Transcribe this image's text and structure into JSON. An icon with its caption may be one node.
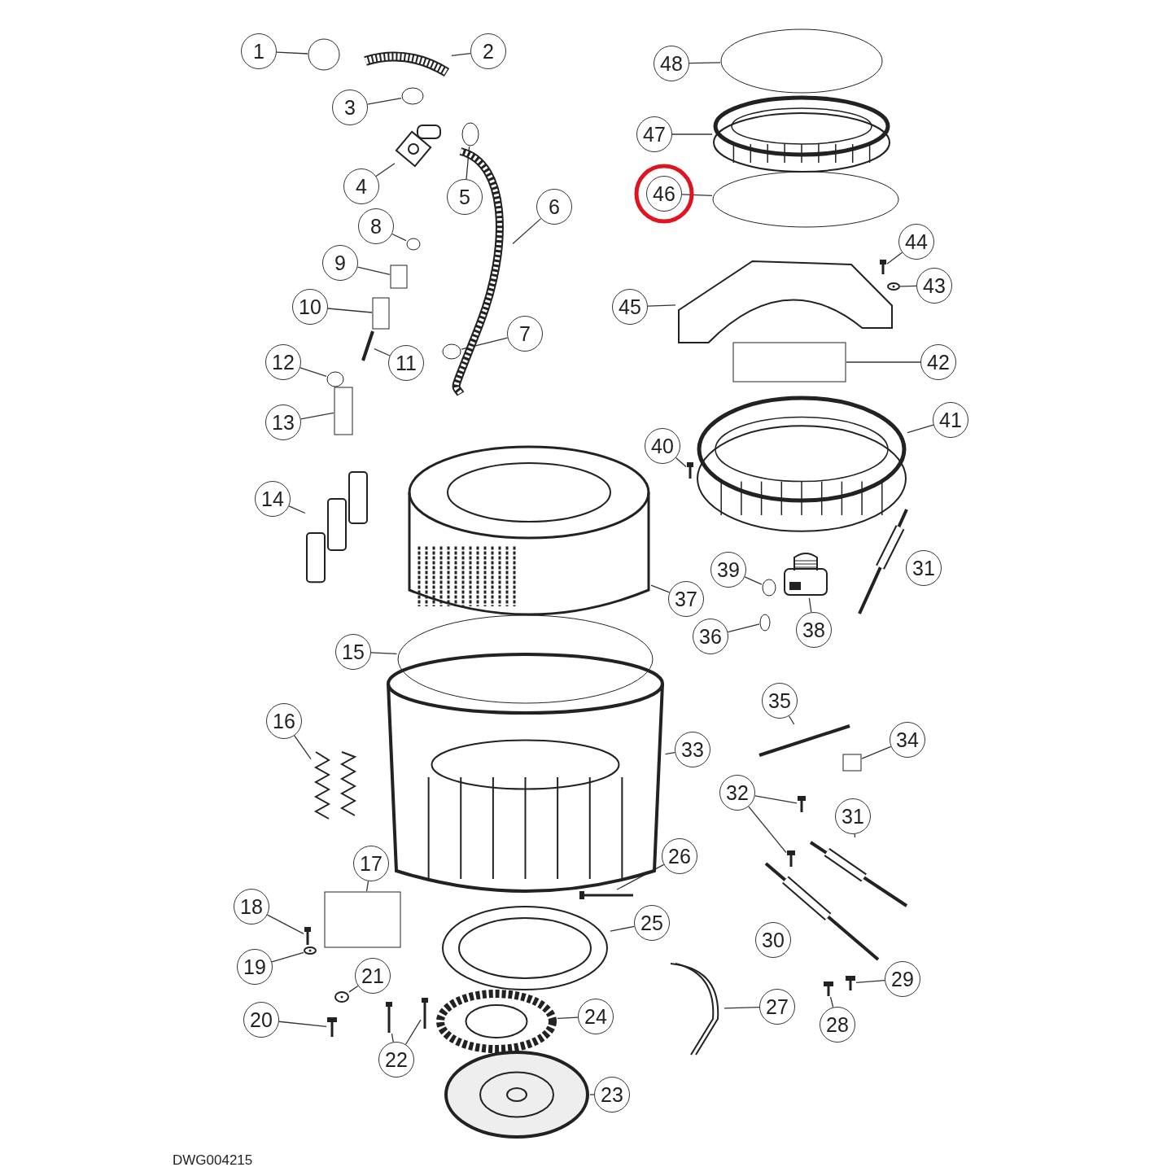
{
  "diagram": {
    "nodes": [
      {
        "text": [
          "1"
        ]
      },
      {
        "text": [
          "2"
        ]
      },
      {
        "text": [
          "3"
        ]
      },
      {
        "text": [
          "4"
        ]
      },
      {
        "text": [
          "5"
        ]
      },
      {
        "text": [
          "6"
        ]
      },
      {
        "text": [
          "7"
        ]
      },
      {
        "text": [
          "8"
        ]
      },
      {
        "text": [
          "9"
        ]
      },
      {
        "text": [
          "10"
        ]
      },
      {
        "text": [
          "11"
        ]
      },
      {
        "text": [
          "12"
        ]
      },
      {
        "text": [
          "13"
        ]
      },
      {
        "text": [
          "14"
        ]
      },
      {
        "text": [
          "15"
        ]
      },
      {
        "text": [
          "16"
        ]
      },
      {
        "text": [
          "17"
        ]
      },
      {
        "text": [
          "18"
        ]
      },
      {
        "text": [
          "19"
        ]
      },
      {
        "text": [
          "20"
        ]
      },
      {
        "text": [
          "21"
        ]
      },
      {
        "text": [
          "22"
        ]
      },
      {
        "text": [
          "23"
        ]
      },
      {
        "text": [
          "24"
        ]
      },
      {
        "text": [
          "25"
        ]
      },
      {
        "text": [
          "26"
        ]
      },
      {
        "text": [
          "27"
        ]
      },
      {
        "text": [
          "28"
        ]
      },
      {
        "text": [
          "29"
        ]
      },
      {
        "text": [
          "30"
        ]
      },
      {
        "text": [
          "31"
        ]
      },
      {
        "text": [
          "31"
        ]
      },
      {
        "text": [
          "32"
        ]
      },
      {
        "text": [
          "33"
        ]
      },
      {
        "text": [
          "34"
        ]
      },
      {
        "text": [
          "35"
        ]
      },
      {
        "text": [
          "36"
        ]
      },
      {
        "text": [
          "37"
        ]
      },
      {
        "text": [
          "38"
        ]
      },
      {
        "text": [
          "39"
        ]
      },
      {
        "text": [
          "40"
        ]
      },
      {
        "text": [
          "41"
        ]
      },
      {
        "text": [
          "42"
        ]
      },
      {
        "text": [
          "43"
        ]
      },
      {
        "text": [
          "44"
        ]
      },
      {
        "text": [
          "45"
        ]
      },
      {
        "text": [
          "46"
        ]
      },
      {
        "text": [
          "47"
        ]
      },
      {
        "text": [
          "48"
        ]
      },
      {
        "text": [],
        "shape": "circle"
      },
      {
        "text": [],
        "shape": "picture"
      },
      {
        "text": [],
        "shape": "circle"
      },
      {
        "text": [],
        "shape": "picture"
      },
      {
        "text": [],
        "shape": "circle"
      },
      {
        "text": [],
        "shape": "picture"
      },
      {
        "text": [],
        "shape": "circle"
      },
      {
        "text": [],
        "shape": "circle"
      },
      {
        "text": [],
        "shape": "box"
      },
      {
        "text": [],
        "shape": "box"
      },
      {
        "text": [],
        "shape": "picture"
      },
      {
        "text": [],
        "shape": "circle"
      },
      {
        "text": [],
        "shape": "box"
      },
      {
        "text": [],
        "shape": "picture"
      },
      {
        "text": [],
        "shape": "circle"
      },
      {
        "text": [],
        "shape": "picture"
      },
      {
        "text": [],
        "shape": "box"
      },
      {
        "text": [],
        "shape": "picture"
      },
      {
        "text": [],
        "shape": "picture"
      },
      {
        "text": [],
        "shape": "picture"
      },
      {
        "text": [],
        "shape": "picture"
      },
      {
        "text": [],
        "shape": "picture"
      },
      {
        "text": [],
        "shape": "picture"
      },
      {
        "text": [],
        "shape": "picture"
      },
      {
        "text": [],
        "shape": "picture"
      },
      {
        "text": [],
        "shape": "picture"
      },
      {
        "text": [],
        "shape": "picture"
      },
      {
        "text": [],
        "shape": "picture"
      },
      {
        "text": [],
        "shape": "picture"
      },
      {
        "text": [],
        "shape": "picture"
      },
      {
        "text": [],
        "shape": "picture"
      },
      {
        "text": [],
        "shape": "picture"
      },
      {
        "text": [],
        "shape": "picture"
      },
      {
        "text": [],
        "shape": "picture"
      },
      {
        "text": [],
        "shape": "picture"
      },
      {
        "text": [],
        "shape": "picture"
      },
      {
        "text": [],
        "shape": "box"
      },
      {
        "text": [],
        "shape": "picture"
      },
      {
        "text": [],
        "shape": "circle"
      },
      {
        "text": [],
        "shape": "picture"
      },
      {
        "text": [],
        "shape": "picture"
      },
      {
        "text": [],
        "shape": "circle"
      },
      {
        "text": [],
        "shape": "picture"
      },
      {
        "text": [],
        "shape": "picture"
      },
      {
        "text": [],
        "shape": "box"
      },
      {
        "text": [],
        "shape": "picture"
      },
      {
        "text": [],
        "shape": "picture"
      },
      {
        "text": [],
        "shape": "picture"
      },
      {
        "text": [],
        "shape": "circle"
      },
      {
        "text": [],
        "shape": "picture"
      },
      {
        "text": [],
        "shape": "circle"
      }
    ],
    "edges": [
      {
        "from": 0,
        "to": 49,
        "arrow": "none"
      },
      {
        "from": 1,
        "to": 50,
        "arrow": "none"
      },
      {
        "from": 2,
        "to": 51,
        "arrow": "none"
      },
      {
        "from": 3,
        "to": 52,
        "arrow": "none"
      },
      {
        "from": 4,
        "to": 53,
        "arrow": "none"
      },
      {
        "from": 5,
        "to": 54,
        "arrow": "none"
      },
      {
        "from": 6,
        "to": 55,
        "arrow": "none"
      },
      {
        "from": 7,
        "to": 56,
        "arrow": "none"
      },
      {
        "from": 8,
        "to": 57,
        "arrow": "none"
      },
      {
        "from": 9,
        "to": 58,
        "arrow": "none"
      },
      {
        "from": 10,
        "to": 59,
        "arrow": "none"
      },
      {
        "from": 11,
        "to": 60,
        "arrow": "none"
      },
      {
        "from": 12,
        "to": 61,
        "arrow": "none"
      },
      {
        "from": 13,
        "to": 62,
        "arrow": "none"
      },
      {
        "from": 14,
        "to": 63,
        "arrow": "none"
      },
      {
        "from": 15,
        "to": 64,
        "arrow": "none"
      },
      {
        "from": 16,
        "to": 65,
        "arrow": "none"
      },
      {
        "from": 17,
        "to": 66,
        "arrow": "none"
      },
      {
        "from": 18,
        "to": 67,
        "arrow": "none"
      },
      {
        "from": 19,
        "to": 68,
        "arrow": "none"
      },
      {
        "from": 20,
        "to": 69,
        "arrow": "none"
      },
      {
        "from": 21,
        "to": 70,
        "arrow": "none"
      },
      {
        "from": 21,
        "to": 71,
        "arrow": "none"
      },
      {
        "from": 22,
        "to": 72,
        "arrow": "none"
      },
      {
        "from": 23,
        "to": 73,
        "arrow": "none"
      },
      {
        "from": 24,
        "to": 74,
        "arrow": "none"
      },
      {
        "from": 25,
        "to": 75,
        "arrow": "none"
      },
      {
        "from": 26,
        "to": 76,
        "arrow": "none"
      },
      {
        "from": 27,
        "to": 77,
        "arrow": "none"
      },
      {
        "from": 28,
        "to": 78,
        "arrow": "none"
      },
      {
        "from": 29,
        "to": 79,
        "arrow": "none"
      },
      {
        "from": 30,
        "to": 80,
        "arrow": "none"
      },
      {
        "from": 31,
        "to": 81,
        "arrow": "none"
      },
      {
        "from": 32,
        "to": 82,
        "arrow": "none"
      },
      {
        "from": 32,
        "to": 83,
        "arrow": "none"
      },
      {
        "from": 33,
        "to": 84,
        "arrow": "none"
      },
      {
        "from": 34,
        "to": 85,
        "arrow": "none"
      },
      {
        "from": 35,
        "to": 86,
        "arrow": "none"
      },
      {
        "from": 36,
        "to": 87,
        "arrow": "none"
      },
      {
        "from": 37,
        "to": 88,
        "arrow": "none"
      },
      {
        "from": 38,
        "to": 89,
        "arrow": "none"
      },
      {
        "from": 39,
        "to": 90,
        "arrow": "none"
      },
      {
        "from": 40,
        "to": 91,
        "arrow": "none"
      },
      {
        "from": 41,
        "to": 92,
        "arrow": "none"
      },
      {
        "from": 42,
        "to": 93,
        "arrow": "none"
      },
      {
        "from": 43,
        "to": 94,
        "arrow": "none"
      },
      {
        "from": 44,
        "to": 95,
        "arrow": "none"
      },
      {
        "from": 45,
        "to": 96,
        "arrow": "none"
      },
      {
        "from": 46,
        "to": 97,
        "arrow": "none"
      },
      {
        "from": 47,
        "to": 98,
        "arrow": "none"
      },
      {
        "from": 48,
        "to": 99,
        "arrow": "none"
      }
    ],
    "labels": [
      "DWG004215"
    ]
  }
}
